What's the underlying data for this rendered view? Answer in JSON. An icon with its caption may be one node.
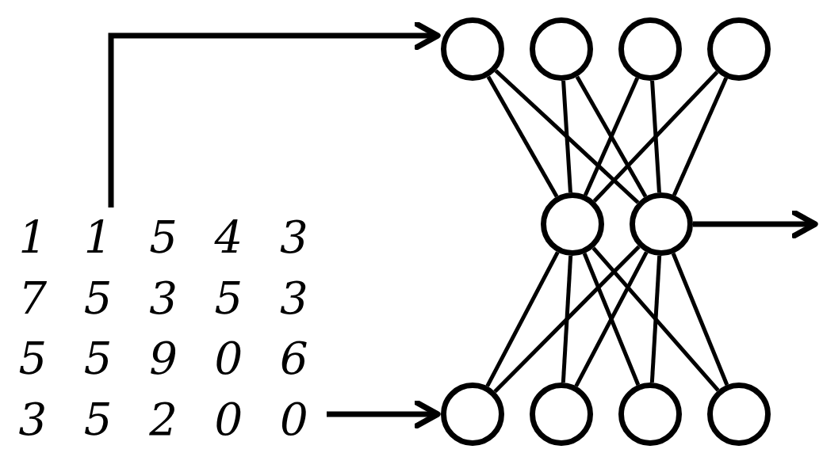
{
  "diagram": {
    "nodes": [
      {
        "text": [
          "1",
          "1",
          "5",
          "4",
          "3",
          "7",
          "5",
          "3",
          "5",
          "3",
          "5",
          "5",
          "9",
          "0",
          "6",
          "3",
          "5",
          "2",
          "0",
          "0"
        ]
      },
      {
        "text": [],
        "shape": "circle"
      },
      {
        "text": [],
        "shape": "circle"
      },
      {
        "text": [],
        "shape": "circle"
      },
      {
        "text": [],
        "shape": "circle"
      },
      {
        "text": [],
        "shape": "circle"
      },
      {
        "text": [],
        "shape": "circle"
      },
      {
        "text": [],
        "shape": "circle"
      },
      {
        "text": [],
        "shape": "circle"
      },
      {
        "text": [],
        "shape": "circle"
      },
      {
        "text": [],
        "shape": "circle"
      }
    ],
    "edges": [
      {
        "from": 0,
        "to": 1,
        "arrow": "to"
      },
      {
        "from": 0,
        "to": 7,
        "arrow": "to"
      },
      {
        "from": 6,
        "to": null,
        "arrow": "to"
      },
      {
        "from": 1,
        "to": 5,
        "arrow": "none"
      },
      {
        "from": 1,
        "to": 6,
        "arrow": "none"
      },
      {
        "from": 2,
        "to": 5,
        "arrow": "none"
      },
      {
        "from": 2,
        "to": 6,
        "arrow": "none"
      },
      {
        "from": 3,
        "to": 5,
        "arrow": "none"
      },
      {
        "from": 3,
        "to": 6,
        "arrow": "none"
      },
      {
        "from": 4,
        "to": 5,
        "arrow": "none"
      },
      {
        "from": 4,
        "to": 6,
        "arrow": "none"
      },
      {
        "from": 5,
        "to": 7,
        "arrow": "none"
      },
      {
        "from": 5,
        "to": 8,
        "arrow": "none"
      },
      {
        "from": 5,
        "to": 9,
        "arrow": "none"
      },
      {
        "from": 5,
        "to": 10,
        "arrow": "none"
      },
      {
        "from": 6,
        "to": 7,
        "arrow": "none"
      },
      {
        "from": 6,
        "to": 8,
        "arrow": "none"
      },
      {
        "from": 6,
        "to": 9,
        "arrow": "none"
      },
      {
        "from": 6,
        "to": 10,
        "arrow": "none"
      }
    ]
  }
}
